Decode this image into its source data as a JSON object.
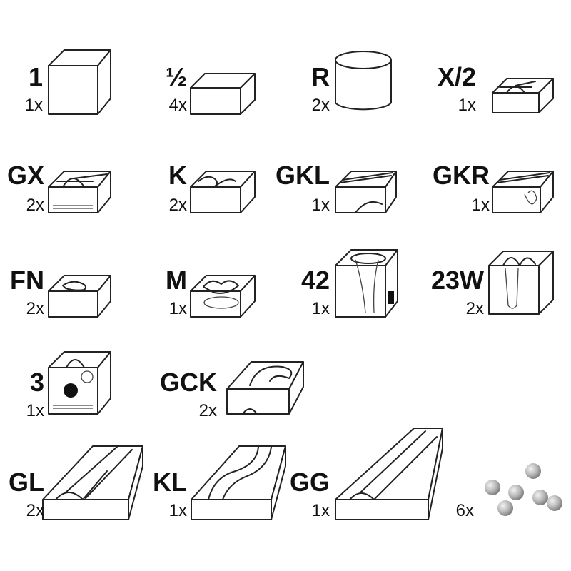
{
  "pieces": [
    {
      "id": "p1",
      "name": "1",
      "count": "1x"
    },
    {
      "id": "p2",
      "name": "½",
      "count": "4x"
    },
    {
      "id": "p3",
      "name": "R",
      "count": "2x"
    },
    {
      "id": "p4",
      "name": "X/2",
      "count": "1x"
    },
    {
      "id": "p5",
      "name": "GX",
      "count": "2x"
    },
    {
      "id": "p6",
      "name": "K",
      "count": "2x"
    },
    {
      "id": "p7",
      "name": "GKL",
      "count": "1x"
    },
    {
      "id": "p8",
      "name": "GKR",
      "count": "1x"
    },
    {
      "id": "p9",
      "name": "FN",
      "count": "2x"
    },
    {
      "id": "p10",
      "name": "M",
      "count": "1x"
    },
    {
      "id": "p11",
      "name": "42",
      "count": "1x"
    },
    {
      "id": "p12",
      "name": "23W",
      "count": "2x"
    },
    {
      "id": "p13",
      "name": "3",
      "count": "1x"
    },
    {
      "id": "p14",
      "name": "GCK",
      "count": "2x"
    },
    {
      "id": "p15",
      "name": "GL",
      "count": "2x"
    },
    {
      "id": "p16",
      "name": "KL",
      "count": "1x"
    },
    {
      "id": "p17",
      "name": "GG",
      "count": "1x"
    },
    {
      "id": "p18",
      "name": "",
      "count": "6x"
    }
  ],
  "marble_color": "#b9b9b9"
}
